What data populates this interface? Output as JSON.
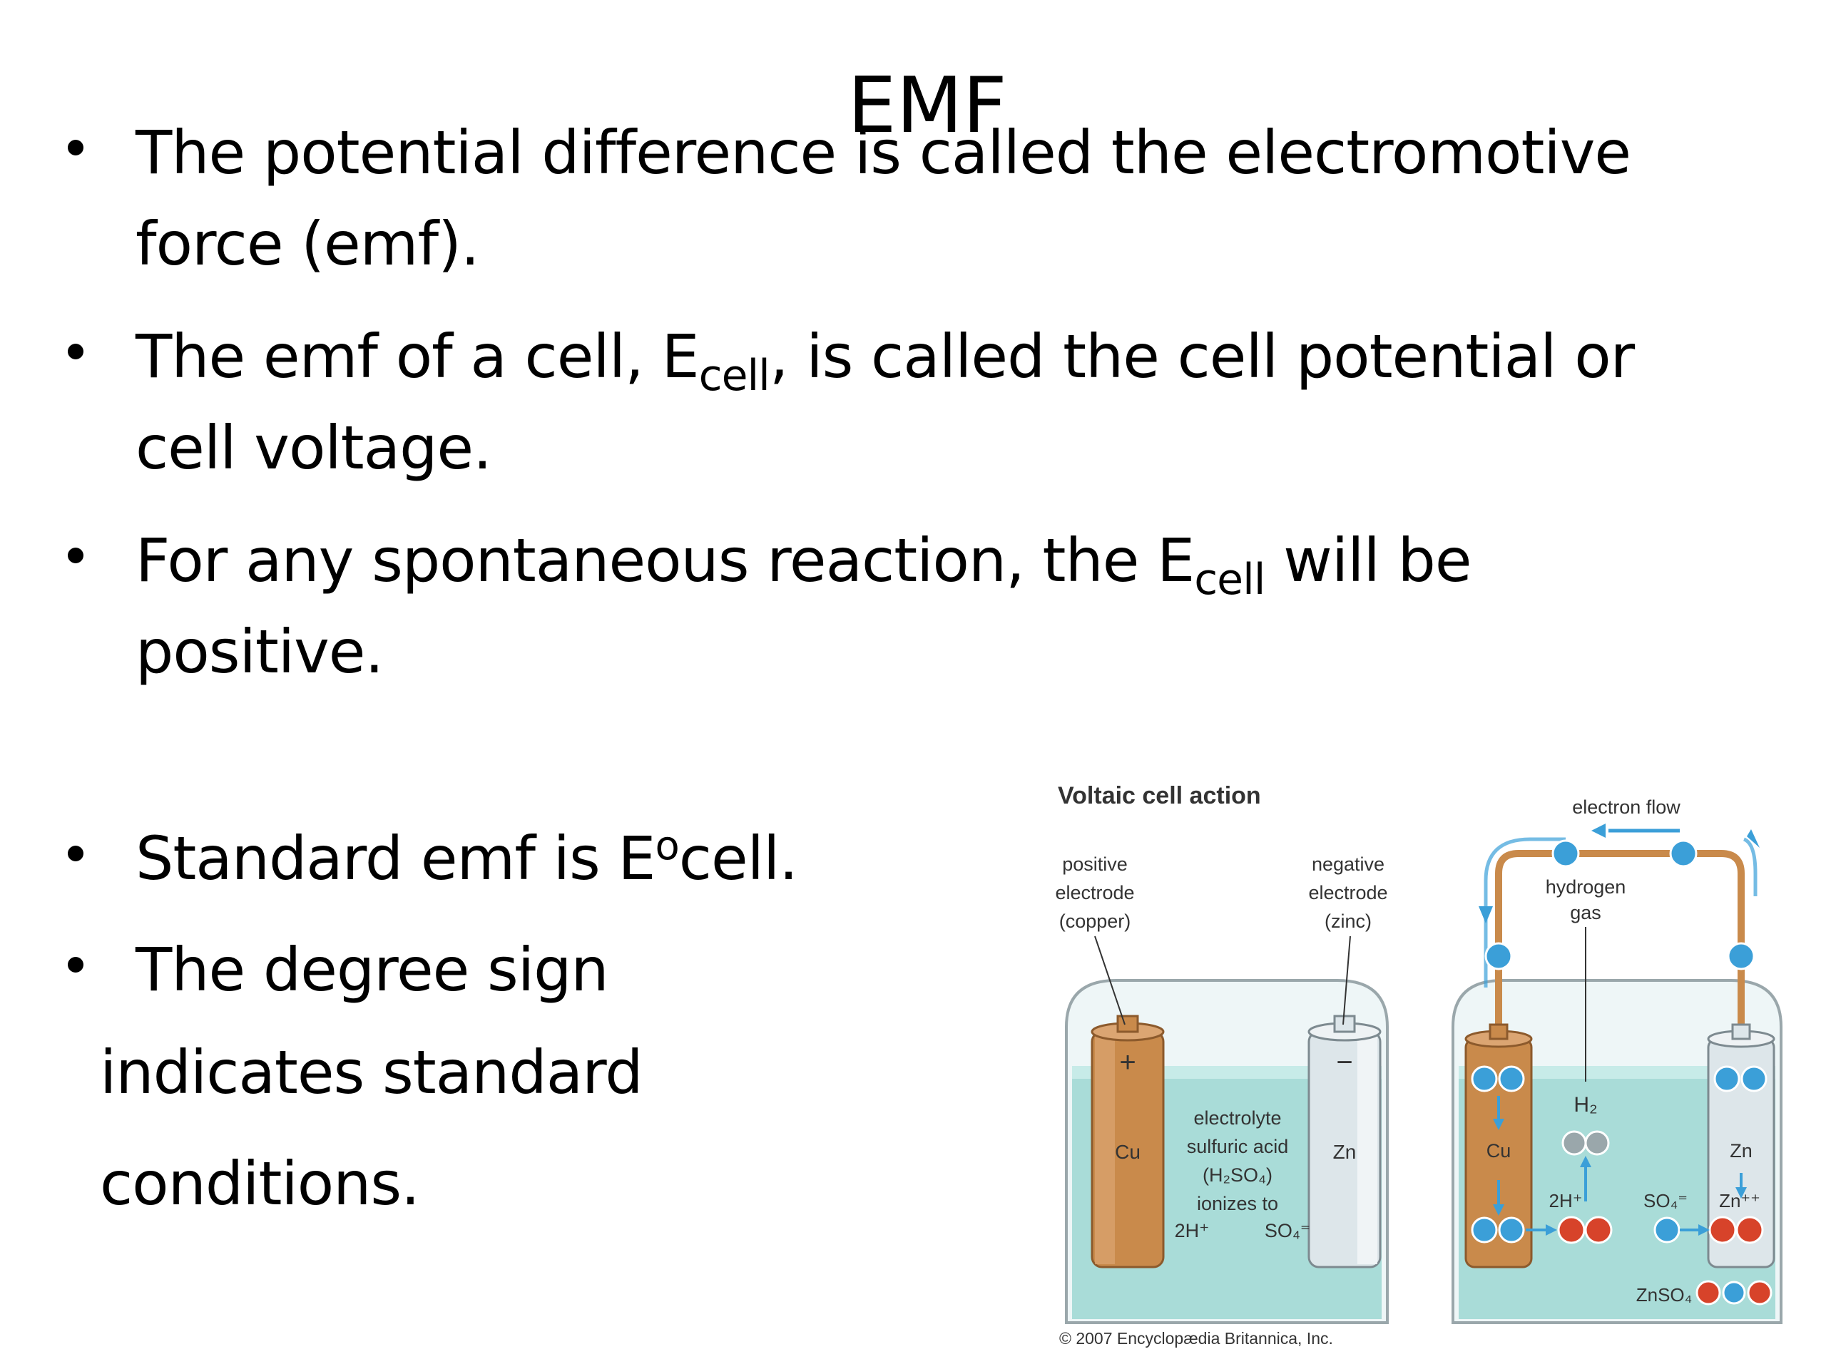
{
  "slide": {
    "title": "EMF",
    "bullets": [
      {
        "lines": [
          "The potential difference is called the electromotive",
          "force (emf)."
        ]
      },
      {
        "pre": "The emf of a cell, E",
        "sub": "cell",
        "post": ", is called the cell potential or",
        "line2": "cell voltage."
      },
      {
        "pre": "For any spontaneous reaction, the E",
        "sub": "cell",
        "post": " will be",
        "line2": "positive."
      },
      {
        "pre": "Standard emf is E",
        "sup": "o",
        "post": "cell."
      },
      {
        "text": "The degree sign"
      }
    ],
    "continuation": [
      "indicates standard",
      "conditions."
    ]
  },
  "figure": {
    "title": "Voltaic cell action",
    "positive_electrode": [
      "positive",
      "electrode",
      "(copper)"
    ],
    "negative_electrode": [
      "negative",
      "electrode",
      "(zinc)"
    ],
    "electrolyte": [
      "electrolyte",
      "sulfuric acid",
      "(H₂SO₄)",
      "ionizes to"
    ],
    "ion_2h": "2H⁺",
    "ion_so4": "SO₄⁼",
    "cu": "Cu",
    "zn": "Zn",
    "plus": "+",
    "minus": "−",
    "electron_flow": "electron flow",
    "hydrogen_gas": [
      "hydrogen",
      "gas"
    ],
    "h2": "H₂",
    "zn_plus": "Zn⁺⁺",
    "znso4": "ZnSO₄",
    "copyright": "© 2007 Encyclopædia Britannica, Inc.",
    "colors": {
      "copper": "#c98a4b",
      "zinc": "#dde6ea",
      "solution": "#a9dcd8",
      "electron": "#3b9fd8",
      "proton": "#d7432a"
    }
  }
}
